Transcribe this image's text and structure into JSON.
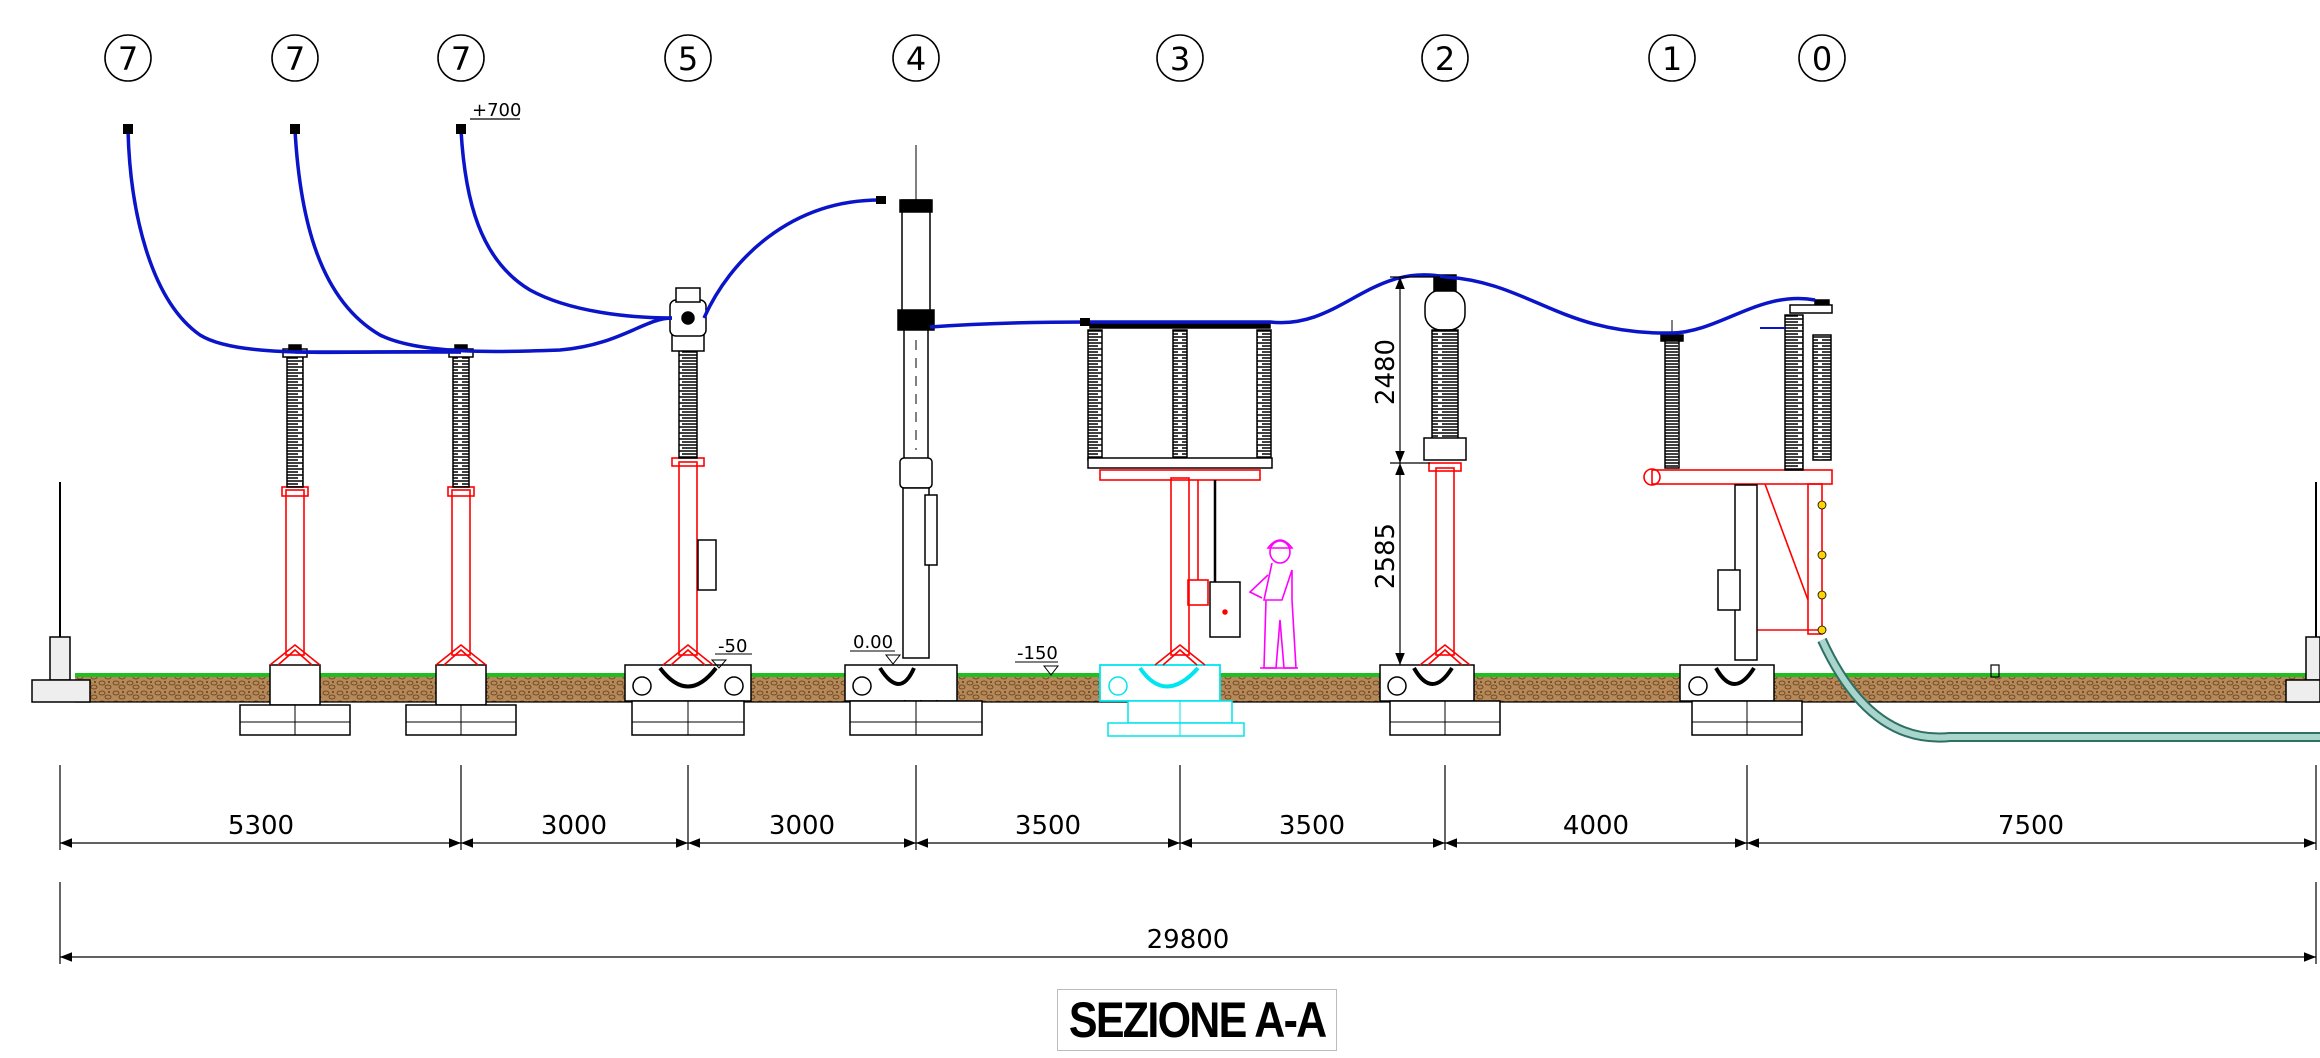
{
  "title": "SEZIONE A-A",
  "colors": {
    "conductor": "#0a14c8",
    "support": "#ff0000",
    "person": "#ff00ff",
    "highlight_equipment": "#00e5ee",
    "grass": "#1fbf1f",
    "gravel": "#a5774a",
    "cable_duct": "#7fb3a8",
    "lines": "#000000"
  },
  "bays": [
    {
      "number": "7"
    },
    {
      "number": "7"
    },
    {
      "number": "7"
    },
    {
      "number": "5"
    },
    {
      "number": "4"
    },
    {
      "number": "3"
    },
    {
      "number": "2"
    },
    {
      "number": "1"
    },
    {
      "number": "0"
    }
  ],
  "levels": {
    "top_connection": "+700",
    "foundation_5": "-50",
    "ground_zero": "0.00",
    "foundation_3": "-150"
  },
  "vertical_dimensions": [
    "2480",
    "2585"
  ],
  "horizontal_dimensions": [
    "5300",
    "3000",
    "3000",
    "3500",
    "3500",
    "4000",
    "7500"
  ],
  "total_dimension": "29800"
}
